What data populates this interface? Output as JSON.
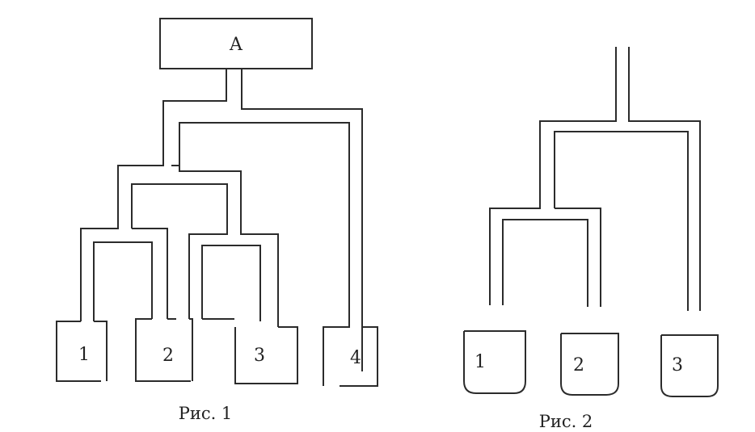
{
  "figure1": {
    "root_label": "A",
    "vessels": [
      "1",
      "2",
      "3",
      "4"
    ],
    "caption": "Рис. 1"
  },
  "figure2": {
    "vessels": [
      "1",
      "2",
      "3"
    ],
    "caption": "Рис. 2"
  },
  "colors": {
    "ink": "#2b2b2b",
    "background": "#ffffff"
  }
}
